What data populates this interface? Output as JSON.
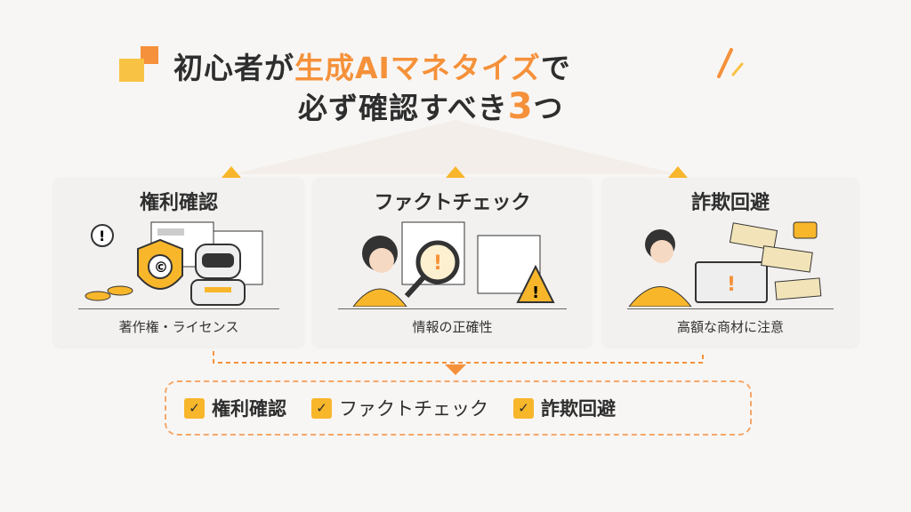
{
  "title": {
    "line1_prefix": "初心者が",
    "line1_accent": "生成AIマネタイズ",
    "line1_suffix": "で",
    "line2_prefix": "必ず確認すべき",
    "line2_accent": "3",
    "line2_suffix": "つ"
  },
  "cards": [
    {
      "title": "権利確認",
      "caption": "著作権・ライセンス"
    },
    {
      "title": "ファクトチェック",
      "caption": "情報の正確性"
    },
    {
      "title": "詐欺回避",
      "caption": "高額な商材に注意"
    }
  ],
  "checklist": [
    "権利確認",
    "ファクトチェック",
    "詐欺回避"
  ],
  "colors": {
    "orange": "#f5913a",
    "yellow": "#f8b62b",
    "text": "#2e2e2e"
  }
}
